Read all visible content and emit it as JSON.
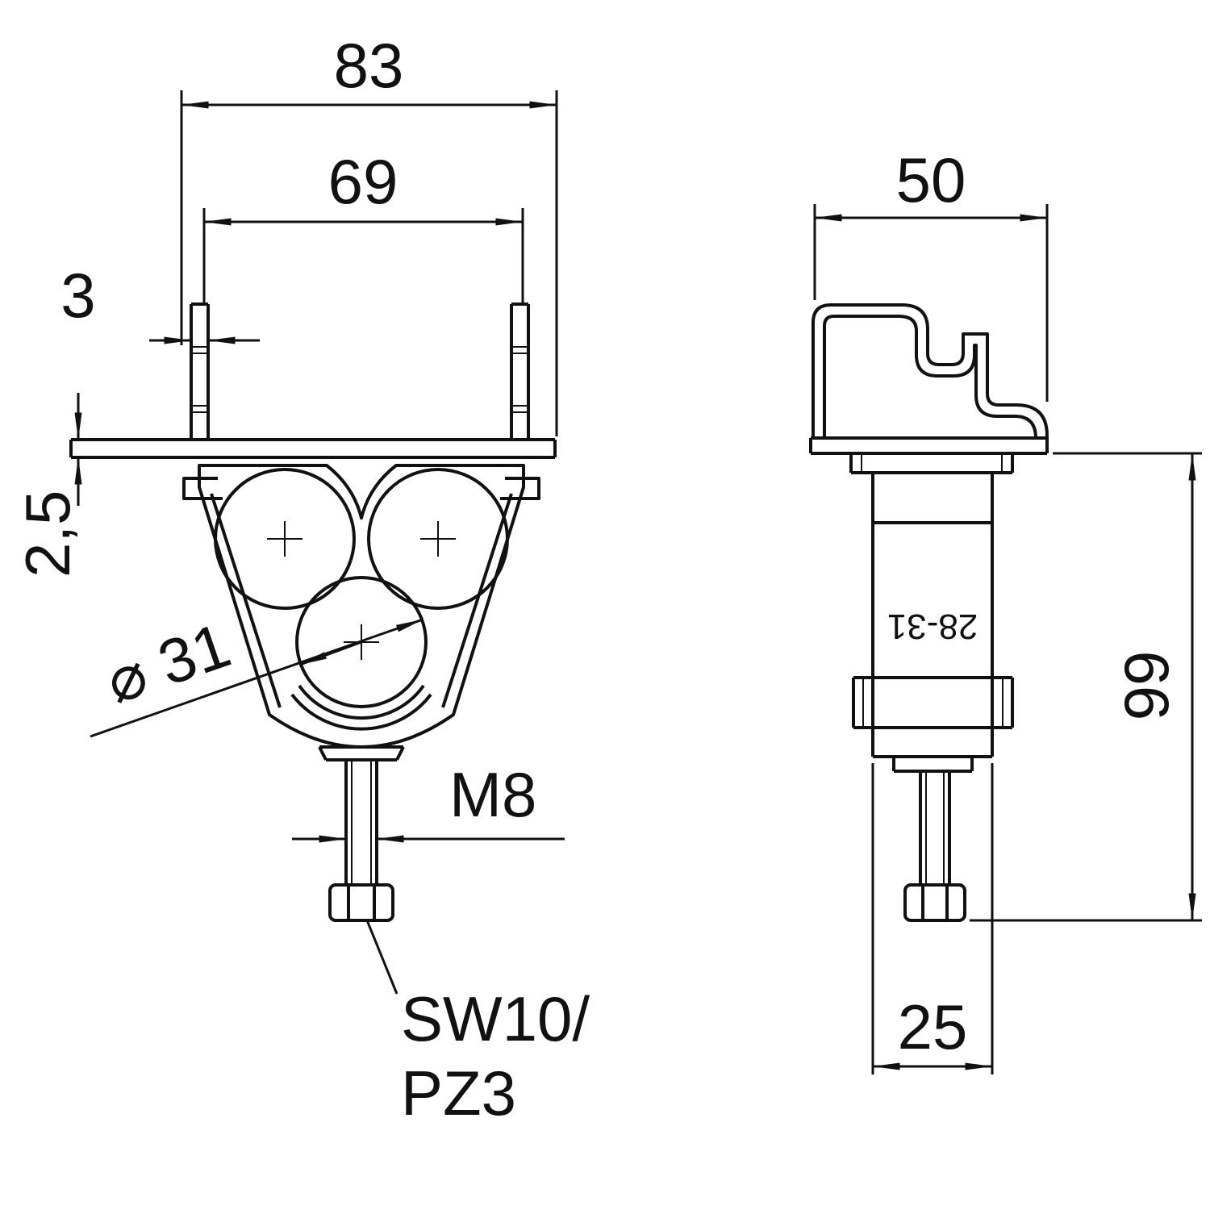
{
  "drawing": {
    "type": "technical-dimension-drawing",
    "colors": {
      "line": "#111111",
      "background": "#ffffff"
    },
    "front_view": {
      "dim_outer_width": "83",
      "dim_inner_width": "69",
      "dim_wall_thickness": "3",
      "dim_flange_thickness": "2,5",
      "dim_cable_diameter": "⌀ 31",
      "dim_thread": "M8",
      "drive_label_line1": "SW10/",
      "drive_label_line2": "PZ3"
    },
    "side_view": {
      "dim_depth": "50",
      "dim_height": "99",
      "dim_bottom_width": "25",
      "product_marking": "28-31"
    }
  }
}
